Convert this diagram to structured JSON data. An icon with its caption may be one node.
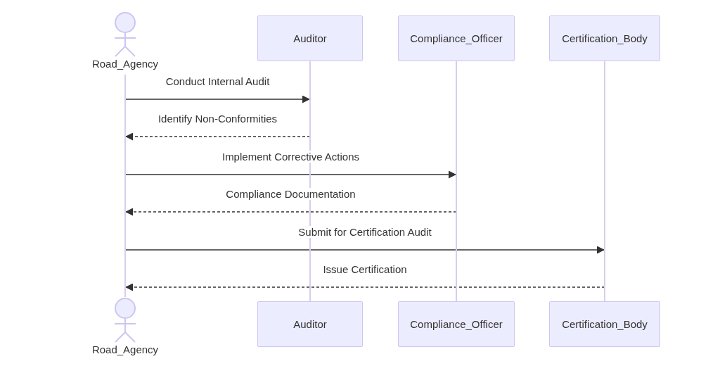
{
  "diagram": {
    "nodes": [
      {
        "text": [
          "Road_Agency"
        ]
      },
      {
        "text": [
          "Auditor"
        ]
      },
      {
        "text": [
          "Compliance_Officer"
        ]
      },
      {
        "text": [
          "Certification_Body"
        ]
      },
      {
        "text": [
          "Road_Agency"
        ]
      },
      {
        "text": [
          "Auditor"
        ]
      },
      {
        "text": [
          "Compliance_Officer"
        ]
      },
      {
        "text": [
          "Certification_Body"
        ]
      },
      {
        "text": [],
        "shape": "bar"
      },
      {
        "text": [],
        "shape": "bar"
      },
      {
        "text": [],
        "shape": "bar"
      },
      {
        "text": [],
        "shape": "bar"
      }
    ],
    "edges": [
      {
        "from": 8,
        "to": 9,
        "arrow": "to",
        "label": "Conduct Internal Audit"
      },
      {
        "from": 9,
        "to": 8,
        "arrow": "to",
        "label": "Identify Non-Conformities",
        "style": "dashed"
      },
      {
        "from": 8,
        "to": 10,
        "arrow": "to",
        "label": "Implement Corrective Actions"
      },
      {
        "from": 10,
        "to": 8,
        "arrow": "to",
        "label": "Compliance Documentation",
        "style": "dashed"
      },
      {
        "from": 8,
        "to": 11,
        "arrow": "to",
        "label": "Submit for Certification Audit"
      },
      {
        "from": 11,
        "to": 8,
        "arrow": "to",
        "label": "Issue Certification",
        "style": "dashed"
      }
    ]
  }
}
